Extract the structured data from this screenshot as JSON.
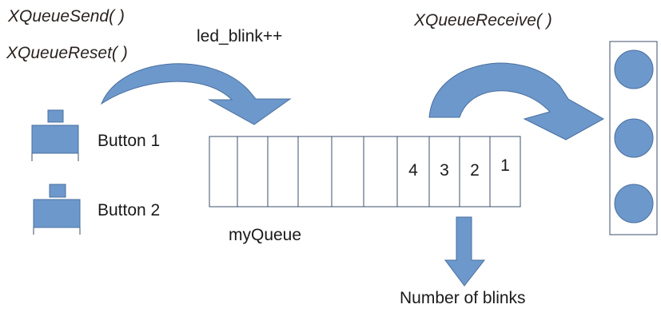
{
  "functions": {
    "send": "XQueueSend( )",
    "reset": "XQueueReset( )",
    "receive": "XQueueReceive( )"
  },
  "labels": {
    "increment": "led_blink++",
    "queue_name": "myQueue",
    "output": "Number of blinks"
  },
  "buttons": [
    {
      "label": "Button 1"
    },
    {
      "label": "Button 2"
    }
  ],
  "queue": {
    "slot_count": 10,
    "items": [
      "",
      "",
      "",
      "",
      "",
      "",
      "4",
      "3",
      "2",
      "1"
    ]
  },
  "leds": {
    "count": 3
  },
  "colors": {
    "shape_fill": "#6d98cc",
    "shape_stroke": "#4a6f9e",
    "text": "#1a1a1a",
    "outline": "#3d4f6b"
  }
}
